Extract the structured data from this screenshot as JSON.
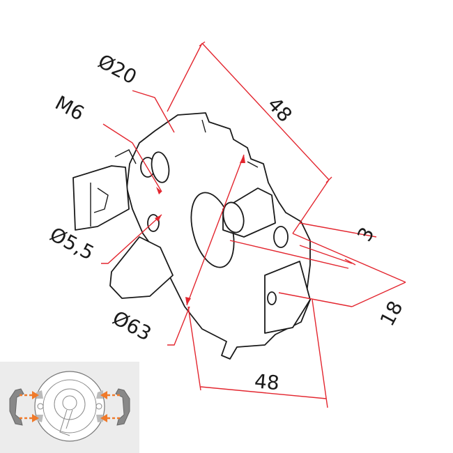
{
  "labels": {
    "d20": "Ø20",
    "m6": "M6",
    "d5_5": "Ø5,5",
    "d63": "Ø63",
    "len48_top": "48",
    "len3": "3",
    "len18": "18",
    "len48_bottom": "48"
  },
  "colors": {
    "dimension": "#e3262f",
    "arrow_inset": "#f07a2a",
    "inset_bg": "#ececec"
  }
}
